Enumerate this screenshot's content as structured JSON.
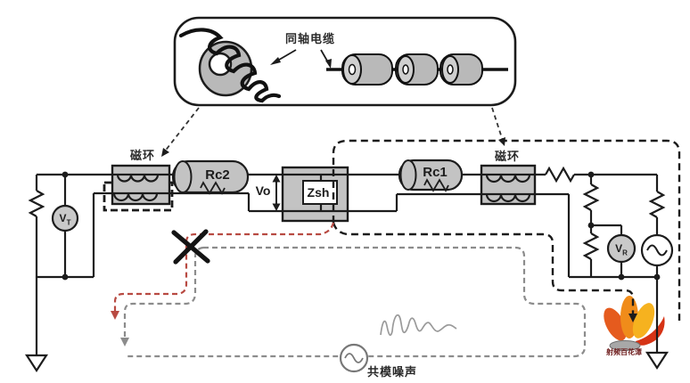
{
  "inset": {
    "coax_cable_label": "同轴电缆"
  },
  "labels": {
    "ferrite_left": "磁环",
    "ferrite_right": "磁环",
    "coax2": "Rc2",
    "coax1": "Rc1",
    "vo": "Vo",
    "shunt_impedance": "Zsh",
    "vt_main": "V",
    "vt_sub": "T",
    "vr_main": "V",
    "vr_sub": "R",
    "common_mode_noise": "共模噪声"
  },
  "watermark": "射频百花潭",
  "icons": [
    "toroid-ferrite-icon",
    "coiled-cable-icon",
    "ferrite-beads-icon",
    "coax-cylinder-icon",
    "ferrite-core-icon",
    "resistor-icon",
    "voltmeter-icon",
    "ac-source-icon",
    "ground-icon",
    "blocked-path-x-icon",
    "noise-waveform-icon",
    "flame-logo-icon",
    "arrow-down-icon"
  ],
  "colors": {
    "wire_black": "#1c1c1c",
    "component_gray": "#c3c3c3",
    "blocked_path_red": "#b84a42",
    "noise_path_gray": "#8c8c8c",
    "signal_dashed_black": "#1c1c1c",
    "flame_orange": "#f08c1a",
    "flame_yellow": "#f6b21f",
    "flame_red": "#e04a12",
    "noise_wave_gray": "#9a9a9a"
  }
}
